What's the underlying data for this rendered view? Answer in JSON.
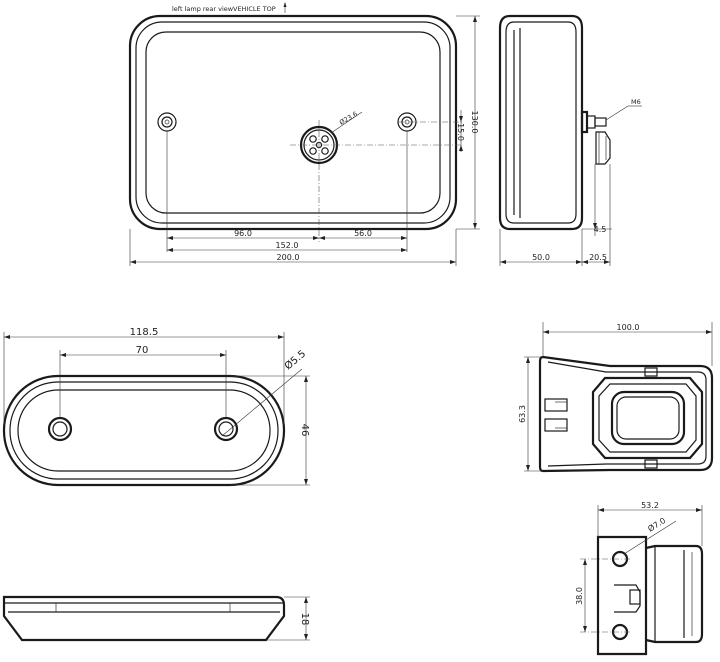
{
  "header": {
    "view_note": "left lamp rear view",
    "vehicle_top": "VEHICLE TOP"
  },
  "rear_view": {
    "connector_dia": "Ø23.6",
    "offset_96": "96.0",
    "offset_56": "56.0",
    "bolt_spacing": "152.0",
    "width": "200.0",
    "height": "130.0",
    "center_height": "15.0"
  },
  "side_view": {
    "thread": "M6",
    "stud_offset": "4.5",
    "depth": "50.0",
    "stud_depth": "20.5"
  },
  "bracket_front": {
    "width": "118.5",
    "hole_spacing": "70",
    "hole_dia": "Ø5.5",
    "height": "46"
  },
  "bracket_side": {
    "thickness": "18"
  },
  "bracket_top": {
    "depth": "100.0",
    "height": "63.3"
  },
  "bracket_end": {
    "width": "53.2",
    "hole_dia": "Ø7.0",
    "hole_spacing": "38.0"
  }
}
